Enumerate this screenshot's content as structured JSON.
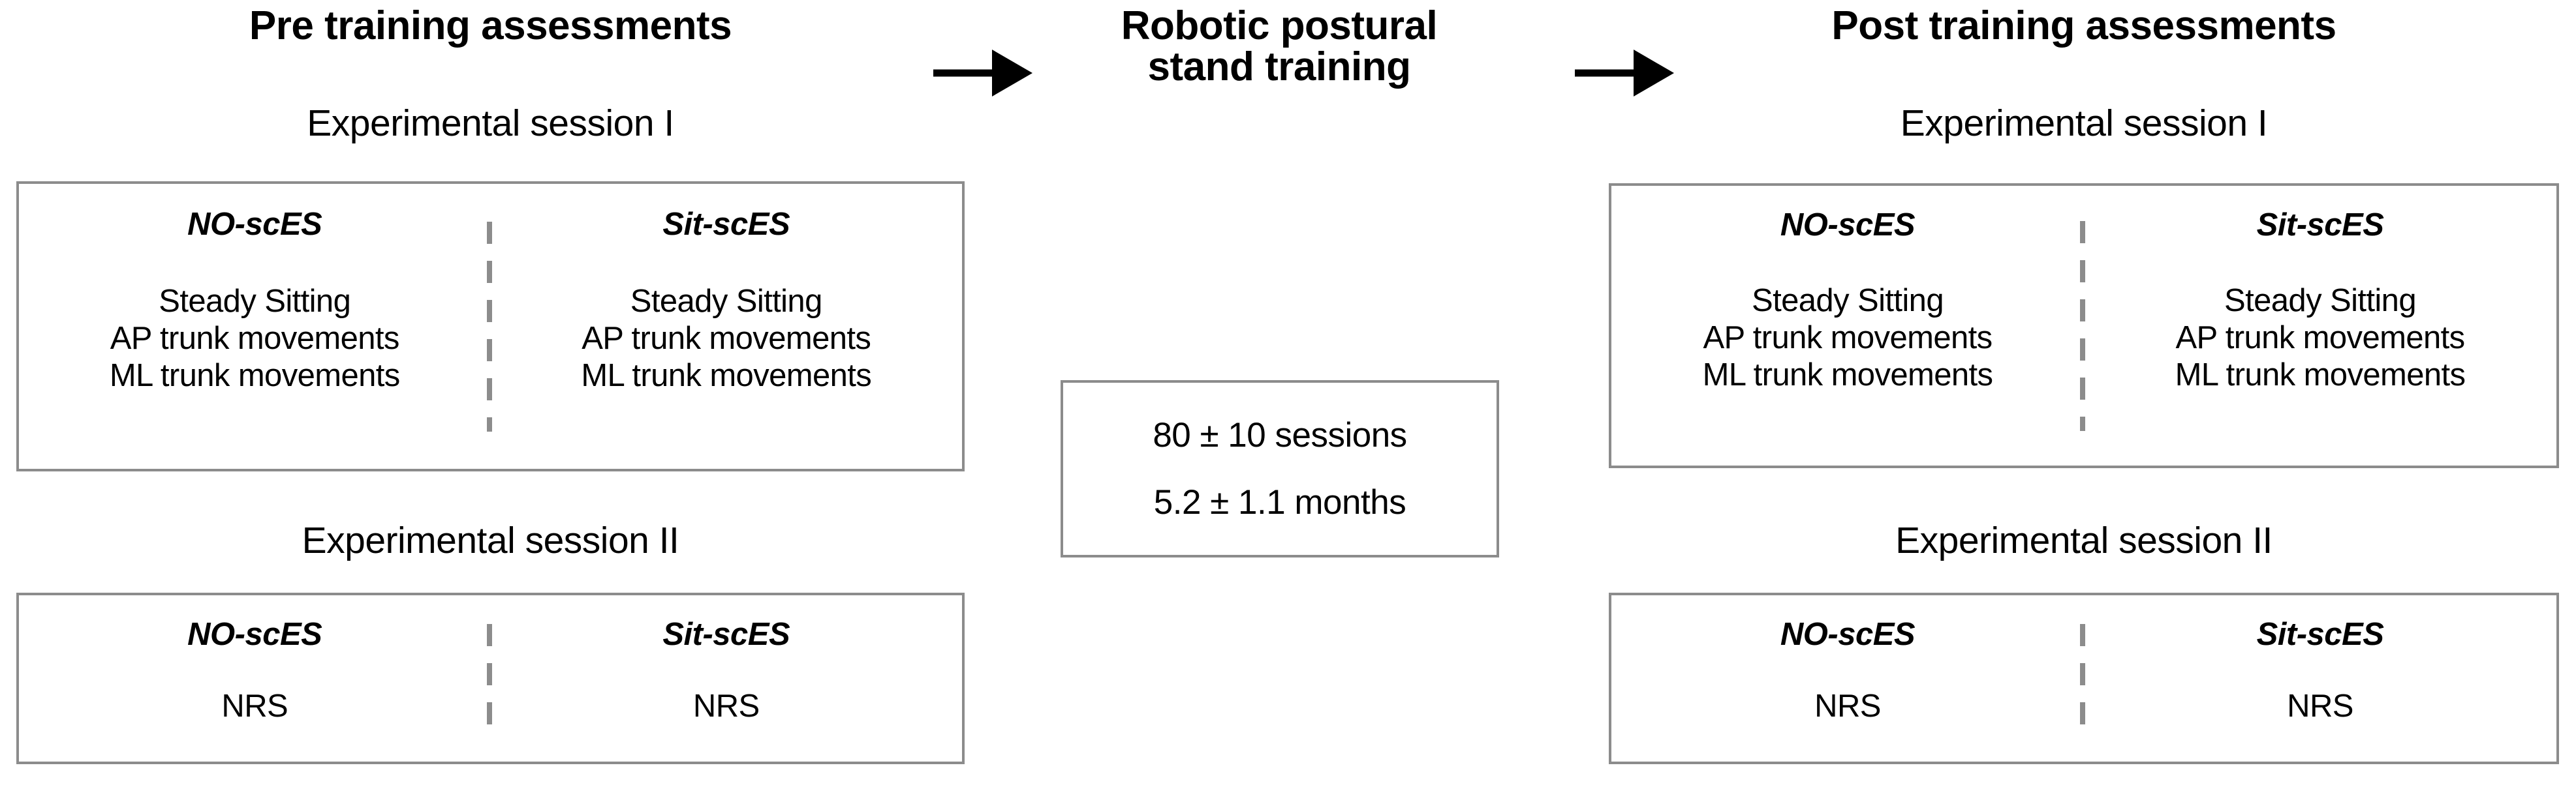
{
  "figure": {
    "background_color": "#ffffff",
    "box_border_color": "#8c8c8c",
    "divider_color": "#8c8c8c",
    "arrow_color": "#000000"
  },
  "columns": {
    "pre": {
      "title": "Pre training assessments",
      "session_one_title": "Experimental session I",
      "session_two_title": "Experimental session II"
    },
    "training": {
      "title": "Robotic postural\nstand training"
    },
    "post": {
      "title": "Post training assessments",
      "session_one_title": "Experimental session I",
      "session_two_title": "Experimental session II"
    }
  },
  "conditions": {
    "no_sces": "NO-scES",
    "sit_sces": "Sit-scES"
  },
  "session_one_tasks": [
    "Steady Sitting",
    "AP trunk movements",
    "ML trunk movements"
  ],
  "session_two_tasks": [
    "NRS"
  ],
  "training_box": {
    "sessions": "80 ± 10 sessions",
    "duration": "5.2 ± 1.1 months"
  },
  "arrows": {
    "pre_to_training": "arrow-right",
    "training_to_post": "arrow-right"
  }
}
